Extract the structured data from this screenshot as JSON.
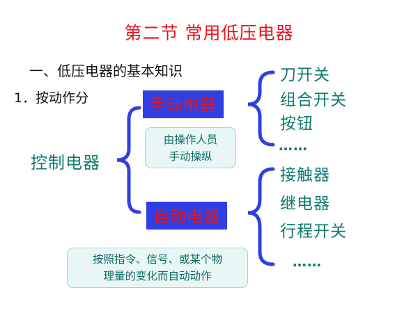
{
  "title": "第二节  常用低压电器",
  "section_heading": "一、低压电器的基本知识",
  "subsection_heading": "1．按动作分",
  "root_node": "控制电器",
  "categories": [
    {
      "label": "手动电器",
      "note_lines": [
        "由操作人员",
        "手动操纵"
      ],
      "items": [
        "刀开关",
        "组合开关",
        "按钮",
        "……"
      ]
    },
    {
      "label": "自动电器",
      "note_lines": [
        "按照指令、信号、或某个物",
        "理量的变化而自动动作"
      ],
      "items": [
        "接触器",
        "继电器",
        "行程开关",
        "……"
      ]
    }
  ],
  "colors": {
    "title": "#e8141b",
    "category_text": "#e8141b",
    "category_box": "#2f3fe4",
    "brace": "#2f3fe4",
    "node_text": "#0f7a70",
    "note_fill": "#e8f7f5",
    "note_border": "#9ad6d2"
  }
}
